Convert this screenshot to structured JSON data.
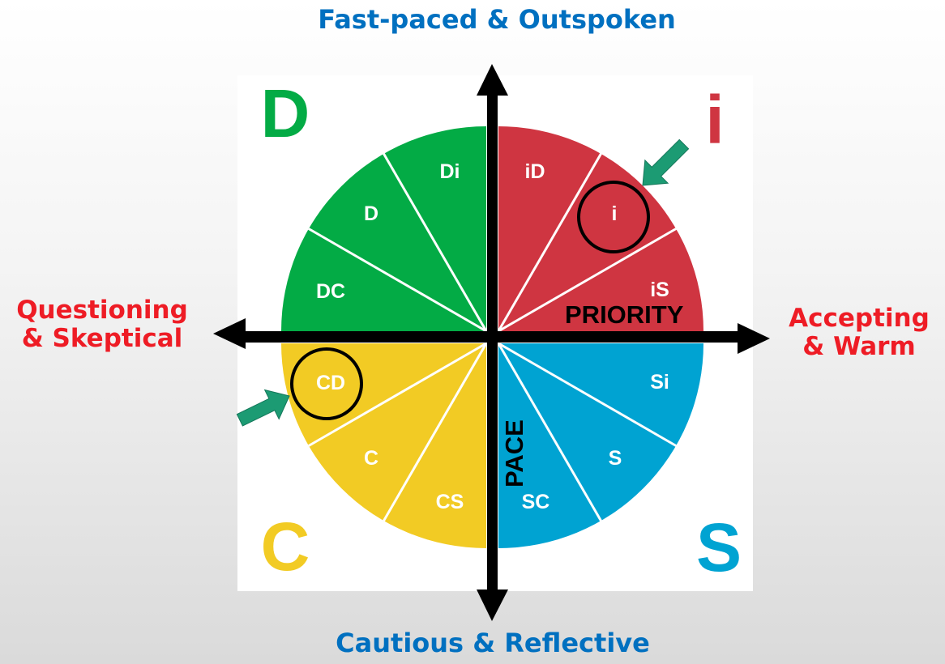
{
  "axes": {
    "top": "Fast-paced & Outspoken",
    "bottom": "Cautious & Reflective",
    "left_line1": "Questioning",
    "left_line2": "& Skeptical",
    "right_line1": "Accepting",
    "right_line2": "& Warm",
    "horizontal_axis_name": "PRIORITY",
    "vertical_axis_name": "PACE"
  },
  "colors": {
    "D": "#03ab45",
    "i": "#cf3541",
    "S": "#00a3d2",
    "C": "#f2cb24",
    "axis_text_blue": "#0070c0",
    "axis_text_red": "#ee1c25",
    "pointer_arrow": "#1c9b73"
  },
  "quadrants": {
    "D": {
      "letter": "D",
      "segments": [
        "Di",
        "D",
        "DC"
      ]
    },
    "i": {
      "letter": "i",
      "segments": [
        "iD",
        "i",
        "iS"
      ]
    },
    "S": {
      "letter": "S",
      "segments": [
        "Si",
        "S",
        "SC"
      ]
    },
    "C": {
      "letter": "C",
      "segments": [
        "CD",
        "C",
        "CS"
      ]
    }
  },
  "highlights": [
    "i",
    "CD"
  ]
}
